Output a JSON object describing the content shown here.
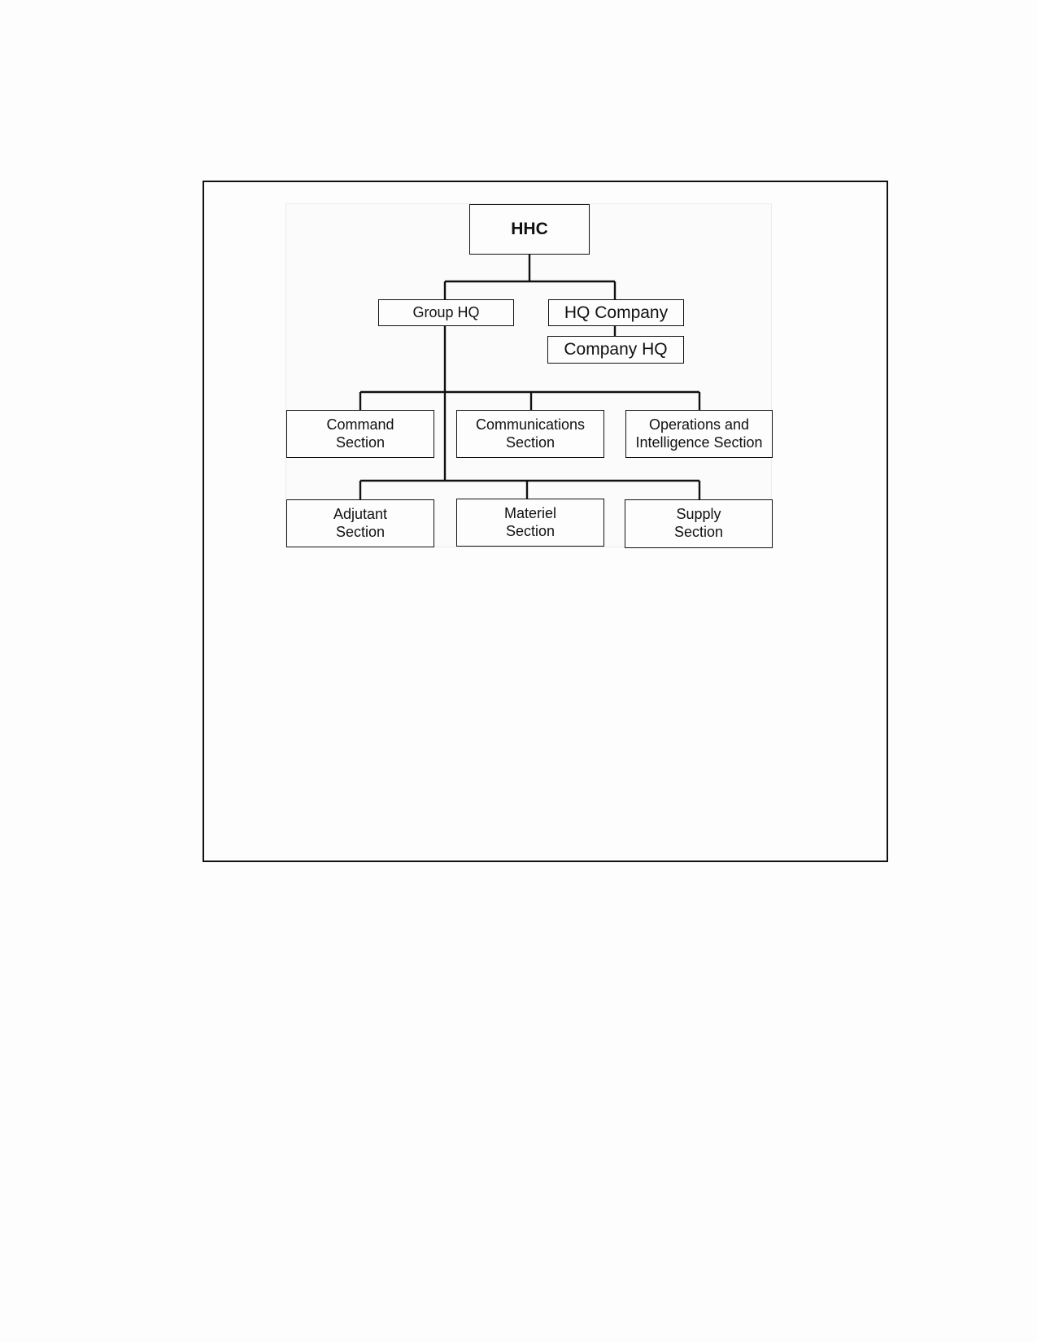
{
  "org_chart": {
    "root": "HHC",
    "group_hq": "Group HQ",
    "hq_company": "HQ Company",
    "company_hq": "Company HQ",
    "sections_row1": [
      "Command\nSection",
      "Communications\nSection",
      "Operations and\nIntelligence Section"
    ],
    "sections_row2": [
      "Adjutant\nSection",
      "Materiel\nSection",
      "Supply\nSection"
    ]
  },
  "colors": {
    "line": "#111111",
    "box_fill": "#fdfdfd",
    "page": "#fdfdfd"
  }
}
